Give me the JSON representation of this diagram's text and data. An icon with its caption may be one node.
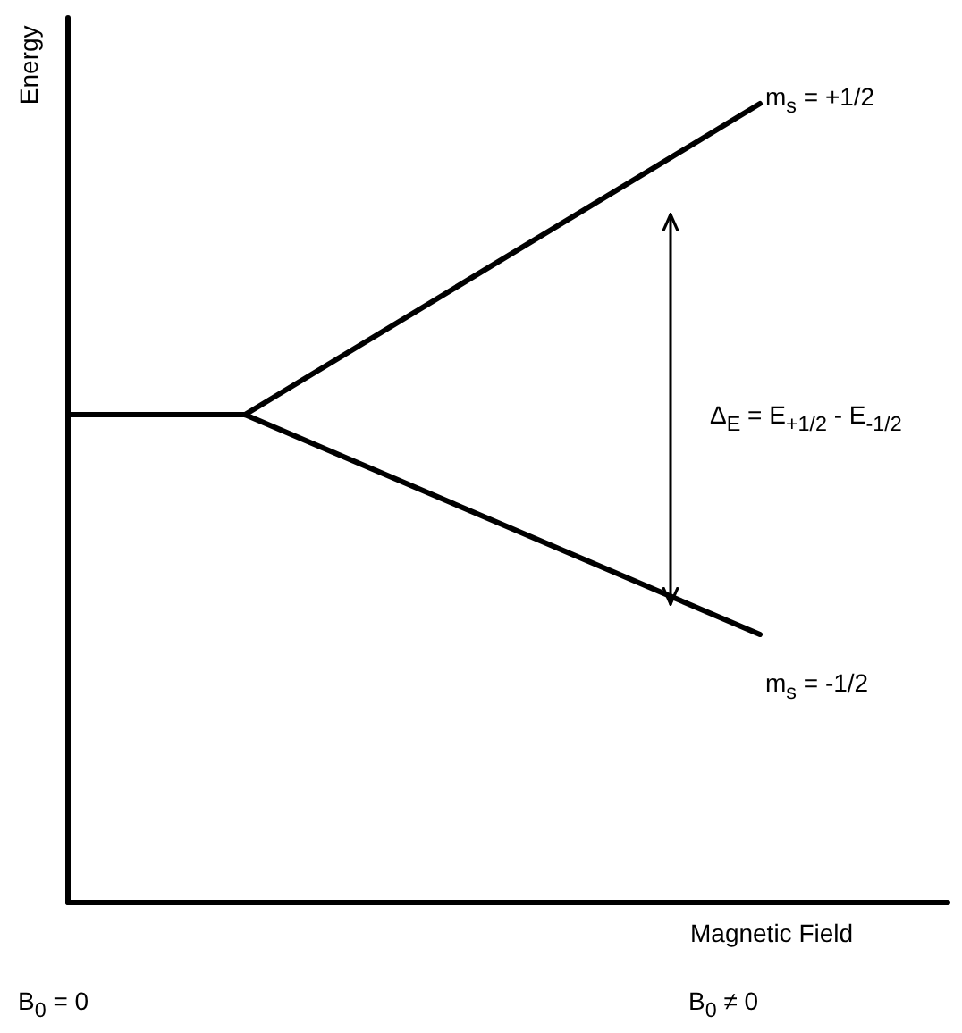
{
  "diagram": {
    "labels": [
      "Energy",
      "m$_{s}$ = +1/2",
      "Δ$_{E}$ = E$_{+1/2}$ - E$_{-1/2}$",
      "m$_{s}$ = -1/2",
      "Magnetic Field",
      "B$_{0}$ = 0",
      "B$_{0}$ ≠ 0"
    ]
  }
}
